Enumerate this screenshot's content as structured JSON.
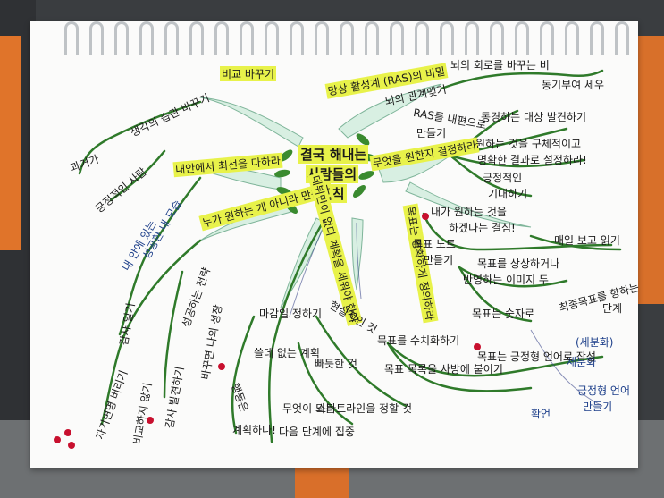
{
  "center": {
    "line1": "결국 해내는",
    "line2": "사람들의",
    "line3": "원칙"
  },
  "branches": {
    "b1": "비교 바꾸기",
    "b2": "망상 활성계 (RAS)의 비밀",
    "b3": "무엇을 원한지 결정하라",
    "b4": "내안에서 최선을 다하라",
    "b5": "누가 원하는 게 아니라 만든다",
    "b6": "데뷔만이 없다 계획을 세워야 한다",
    "b7": "목표는 명확하게 정의하라"
  },
  "leaves": {
    "l1": "생각의 습관 바꾸기",
    "l2": "과거가",
    "l3": "긍정적인 사람",
    "l4": "뇌의 회로를 바꾸는 비",
    "l5": "뇌의 관계맺기",
    "l6": "동기부여 세우",
    "l7": "RAS를 내편으로",
    "l8": "만들기",
    "l9": "동경하는 대상 발견하기",
    "l10": "원하는 것을 구체적이고",
    "l11": "명확한 결과로 설정하라!",
    "l12": "긍정적인",
    "l13": "기대하기",
    "l14": "내가 원하는 것을",
    "l15": "하겠다는 결심!",
    "l16": "목표 노트",
    "l17": "만들기",
    "l18": "매일 보고 읽기",
    "l19": "목표를 상상하거나",
    "l20": "반영하는 이미지 두",
    "l21": "목표는 숫자로",
    "l22": "최종목표를 향하는",
    "l23": "단계",
    "l24": "(세분화)",
    "l25": "세분화",
    "l26": "긍정형 언어",
    "l27": "만들기",
    "l28": "목표를 수치화하기",
    "l29": "목표는 긍정형 언어로 작성",
    "l30": "목표 목록을 사방에 붙이기",
    "l31": "확언",
    "l32": "마감일 정하기",
    "l33": "현실적인 것",
    "l34": "쓸데 없는 계획",
    "l35": "빠듯한 것",
    "l36": "스타트라인을 정할 것",
    "l37": "행동은",
    "l38": "계획하나!",
    "l39": "무엇이 되는",
    "l40": "다음 단계에 집중",
    "l41": "성공하는 전략",
    "l42": "내 안에 있는",
    "l43": "성공한 내 모습",
    "l44": "바꾸면 나의 성장",
    "l45": "자기변명 버리기",
    "l46": "비교하지 않기",
    "l47": "감사 일기",
    "l48": "감사 발견하기"
  }
}
